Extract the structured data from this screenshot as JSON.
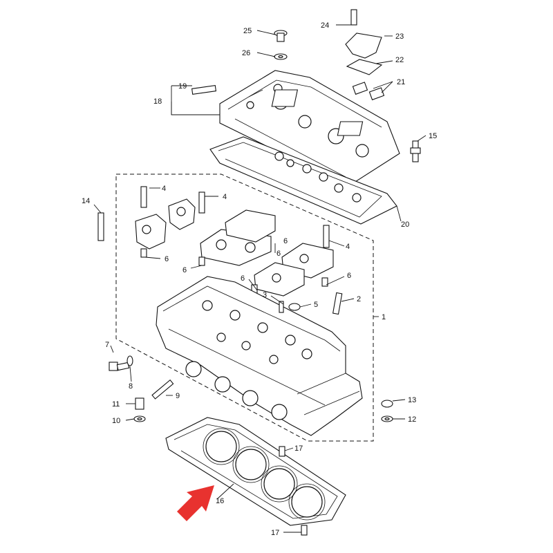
{
  "diagram": {
    "callouts": {
      "c1": "1",
      "c2": "2",
      "c3": "3",
      "c4": "4",
      "c5": "5",
      "c6": "6",
      "c7": "7",
      "c8": "8",
      "c9": "9",
      "c10": "10",
      "c11": "11",
      "c12": "12",
      "c13": "13",
      "c14": "14",
      "c15": "15",
      "c16": "16",
      "c17": "17",
      "c18": "18",
      "c19": "19",
      "c20": "20",
      "c21": "21",
      "c22": "22",
      "c23": "23",
      "c24": "24",
      "c25": "25",
      "c26": "26"
    },
    "arrow_color": "#e8322f",
    "line_color": "#111111"
  }
}
